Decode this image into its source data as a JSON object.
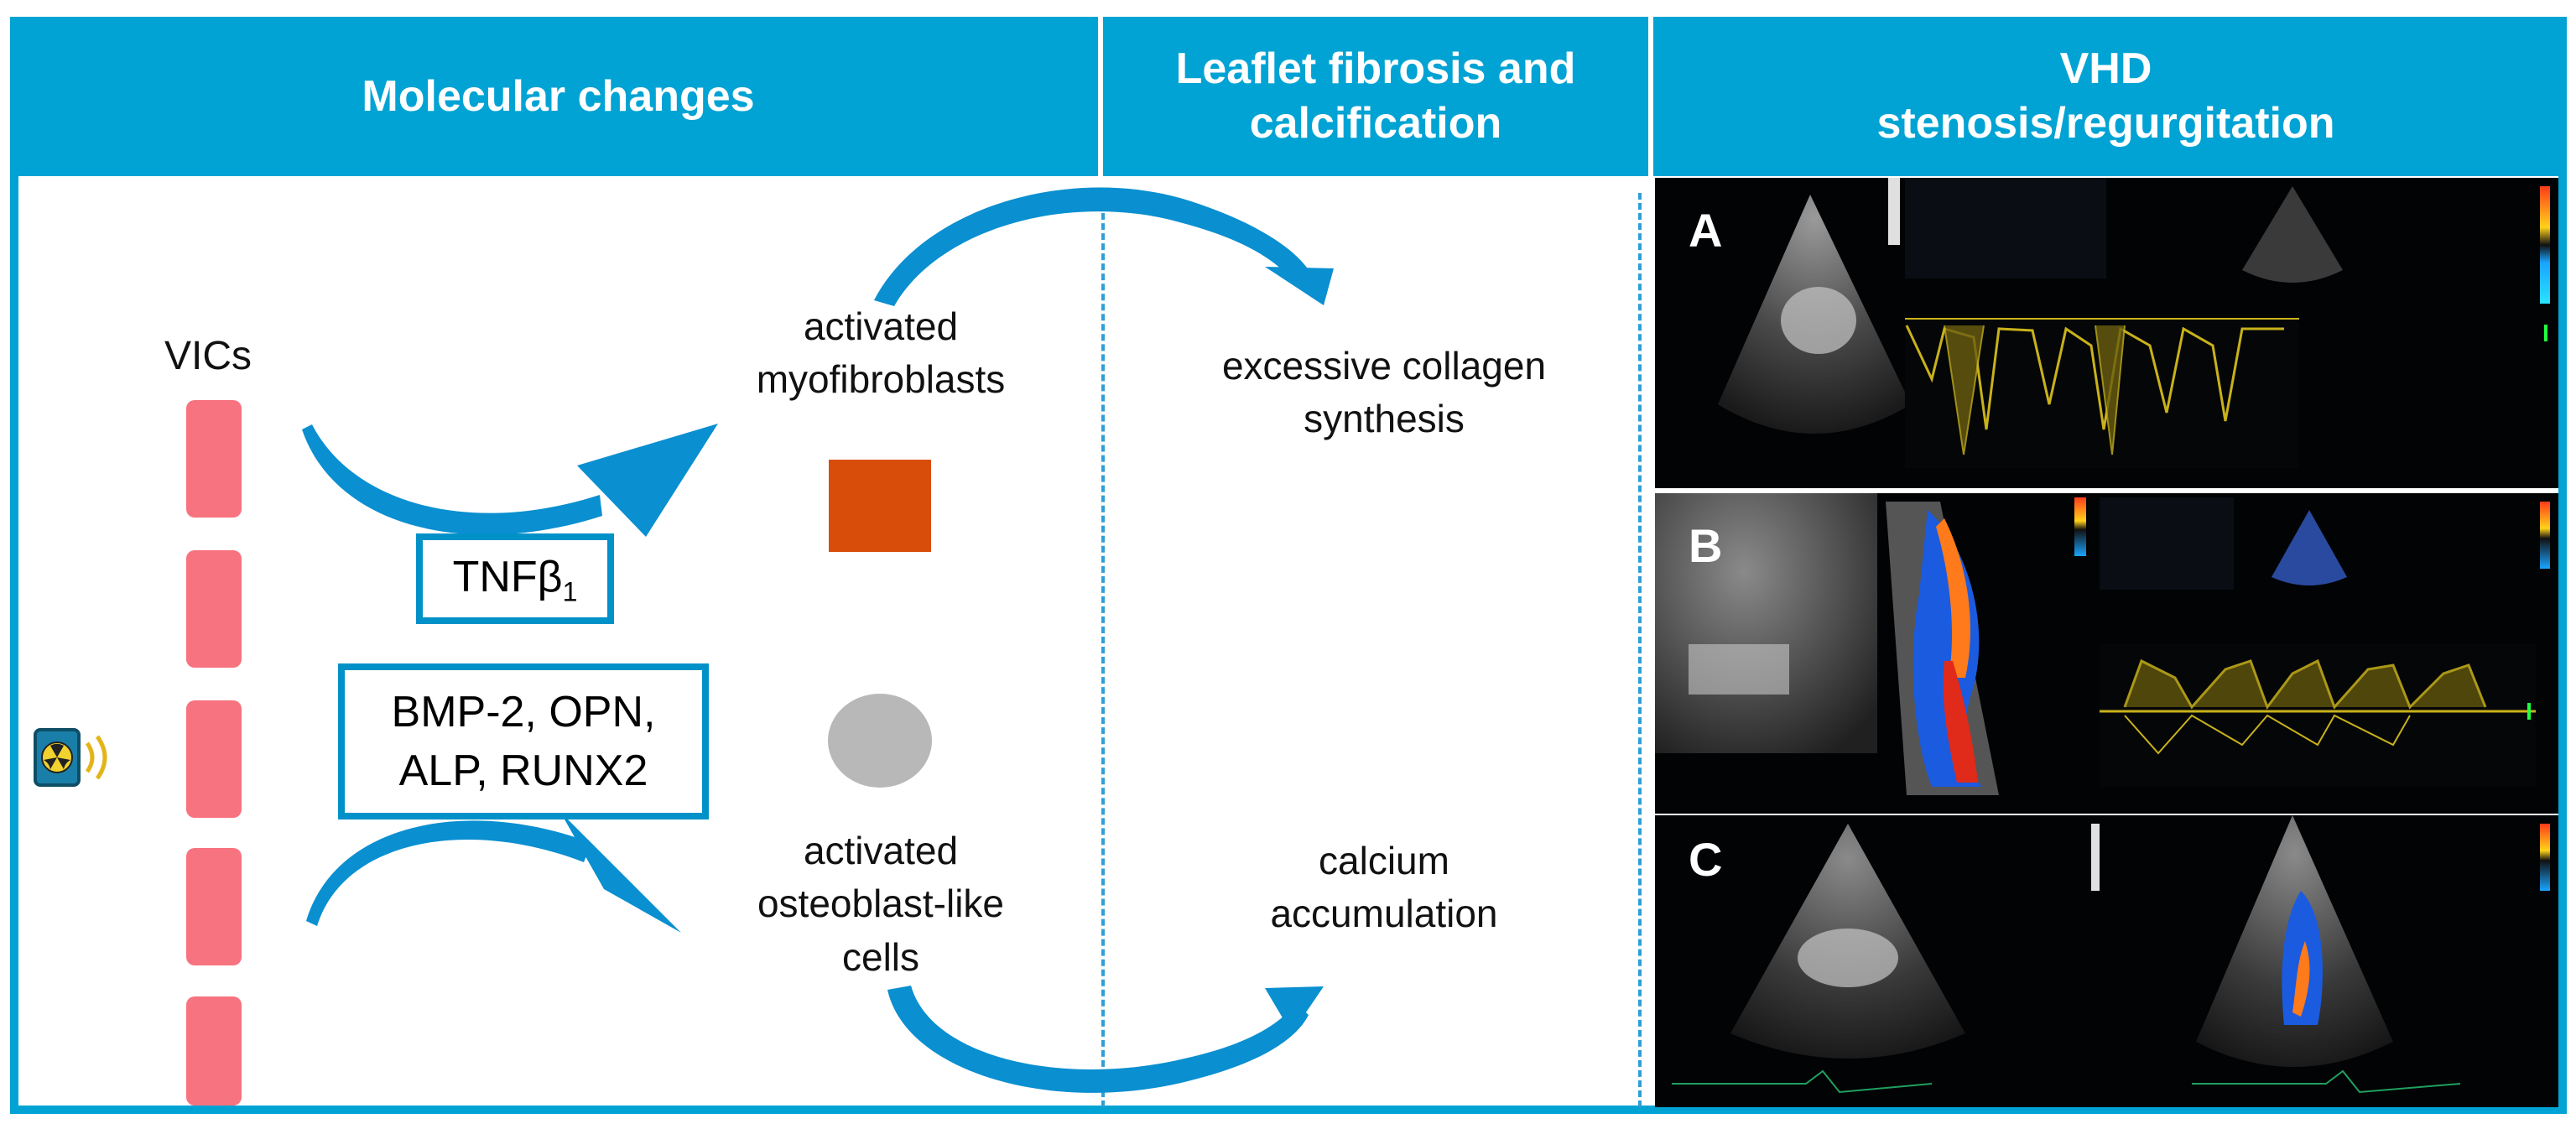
{
  "headers": {
    "molecular": "Molecular changes",
    "fibrosis_line1": "Leaflet fibrosis and",
    "fibrosis_line2": "calcification",
    "vhd_line1": "VHD",
    "vhd_line2": "stenosis/regurgitation"
  },
  "left": {
    "vics_label": "VICs",
    "tnf_label": "TNFβ",
    "tnf_subscript": "1",
    "markers_line1": "BMP-2, OPN,",
    "markers_line2": "ALP, RUNX2",
    "myofib_line1": "activated",
    "myofib_line2": "myofibroblasts",
    "osteo_line1": "activated",
    "osteo_line2": "osteoblast-like",
    "osteo_line3": "cells"
  },
  "middle": {
    "collagen_line1": "excessive collagen",
    "collagen_line2": "synthesis",
    "calcium_line1": "calcium",
    "calcium_line2": "accumulation"
  },
  "right": {
    "panel_a": "A",
    "panel_b": "B",
    "panel_c": "C"
  },
  "colors": {
    "header_blue": "#00a3d4",
    "vic_pink": "#f7737f",
    "myofibroblast_orange": "#d94d0b",
    "osteoblast_gray": "#b8b8b8",
    "arrow_blue": "#0a8fd0",
    "doppler_yellow": "#c9b21a"
  },
  "icons": {
    "radiation_device": "radiation-source-icon"
  }
}
